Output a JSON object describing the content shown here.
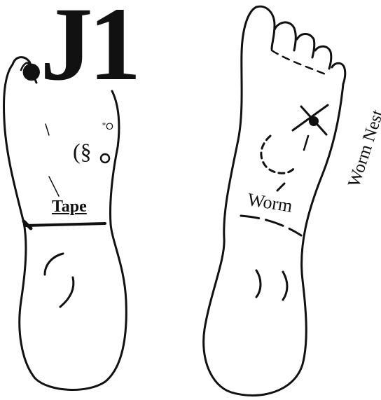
{
  "title": ".J1",
  "labels": {
    "tape": "Tape",
    "worm": "Worm",
    "worm_nest": "Worm Nest",
    "noise_small": "\"O",
    "noise_large": "(§"
  }
}
